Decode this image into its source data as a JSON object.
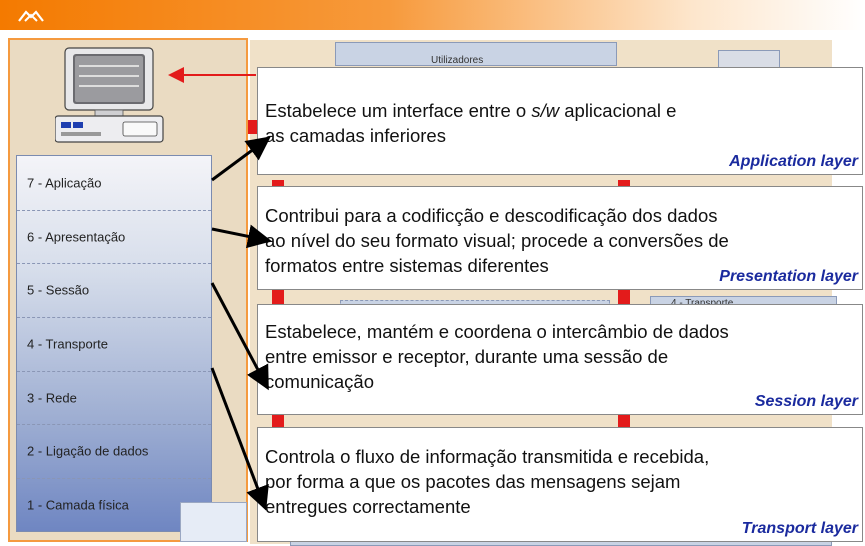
{
  "background": {
    "users_label": "Utilizadores",
    "transport_fragment": "4 - Transporte"
  },
  "layers": [
    {
      "label": "7 - Aplicação"
    },
    {
      "label": "6 - Apresentação"
    },
    {
      "label": "5 - Sessão"
    },
    {
      "label": "4 - Transporte"
    },
    {
      "label": "3 - Rede"
    },
    {
      "label": "2 - Ligação de dados"
    },
    {
      "label": "1 - Camada física"
    }
  ],
  "callouts": [
    {
      "desc_part1": "Estabelece um interface entre o ",
      "desc_italic": "s/w",
      "desc_part2": " aplicacional e\nas camadas inferiores",
      "name": "Application layer"
    },
    {
      "desc": "Contribui para a codificção e descodificação dos dados\nao nível do seu formato visual; procede a conversões de\nformatos entre sistemas diferentes",
      "name": "Presentation layer"
    },
    {
      "desc": "Estabelece, mantém e coordena o intercâmbio de dados\nentre emissor e receptor, durante uma sessão de\ncomunicação",
      "name": "Session layer"
    },
    {
      "desc": "Controla o fluxo de informação transmitida e recebida,\npor forma a que os pacotes das mensagens sejam\nentregues correctamente",
      "name": "Transport layer"
    }
  ],
  "colors": {
    "accent": "#f47a00",
    "arrow_red": "#e31b1b",
    "layer_name_blue": "#1a2a9e"
  }
}
